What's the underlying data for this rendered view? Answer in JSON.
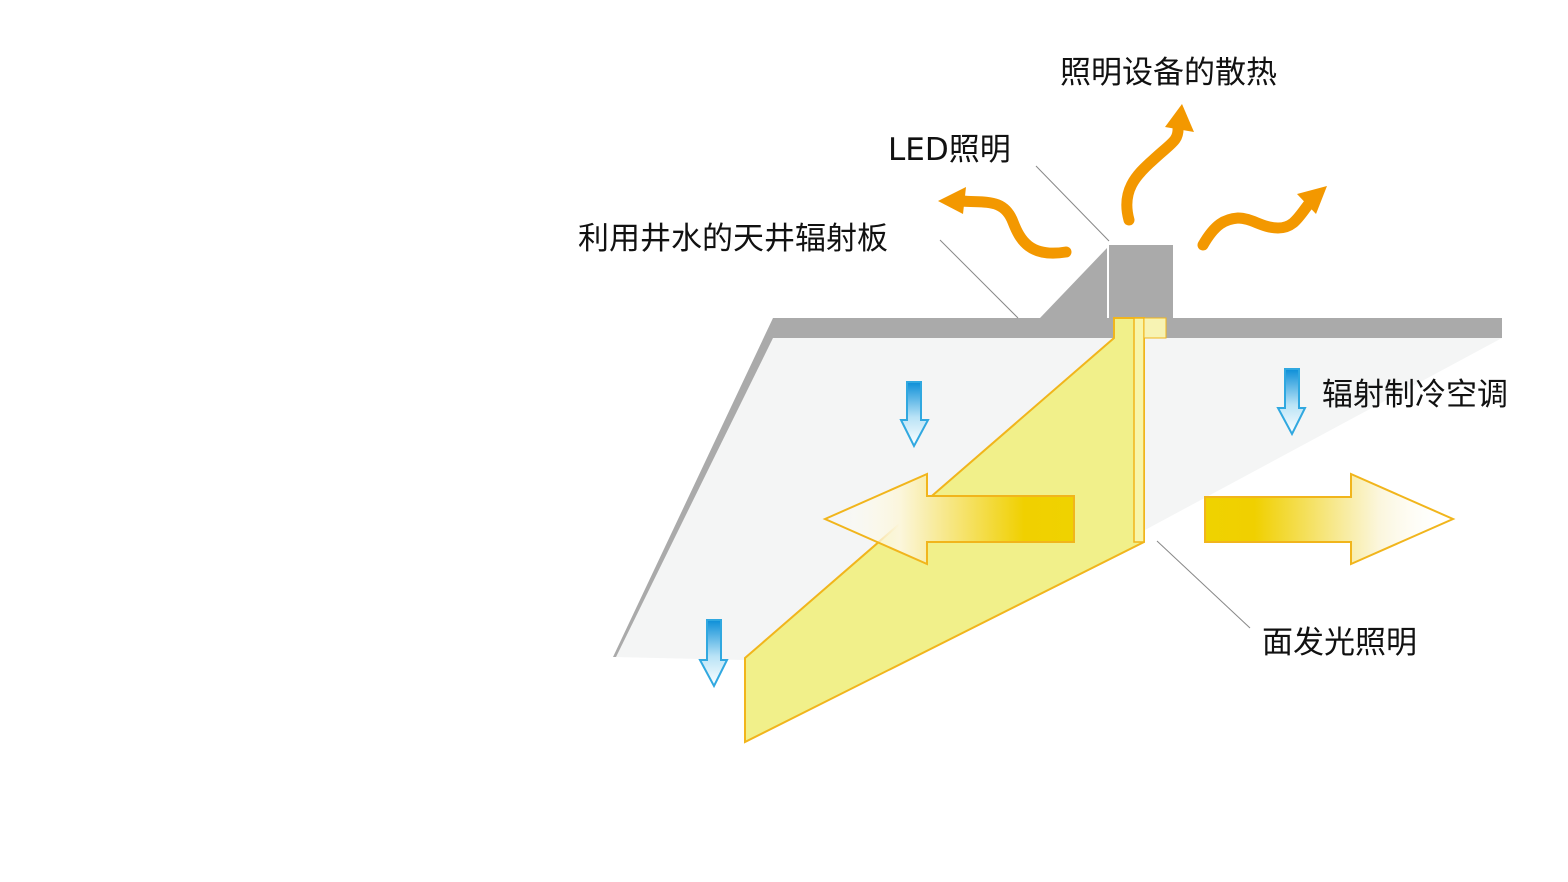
{
  "labels": {
    "heat_dissipation": "照明设备的散热",
    "led_lighting": "LED照明",
    "ceiling_panel": "利用井水的天井辐射板",
    "radiant_cooling": "辐射制冷空调",
    "surface_lighting": "面发光照明"
  },
  "colors": {
    "heat_arrow": "#f39800",
    "light_arrow": "#f0d000",
    "light_panel": "#f1f08a",
    "light_panel_edge": "#f1b51c",
    "cool_arrow": "#30a8e0",
    "ceiling": "#aaaaaa",
    "ceiling_shadow": "#f4f5f5",
    "leader_line": "#888888"
  },
  "icons": {
    "heat": "wavy-arrow",
    "cooling": "down-arrow",
    "light_spread": "block-arrow"
  }
}
